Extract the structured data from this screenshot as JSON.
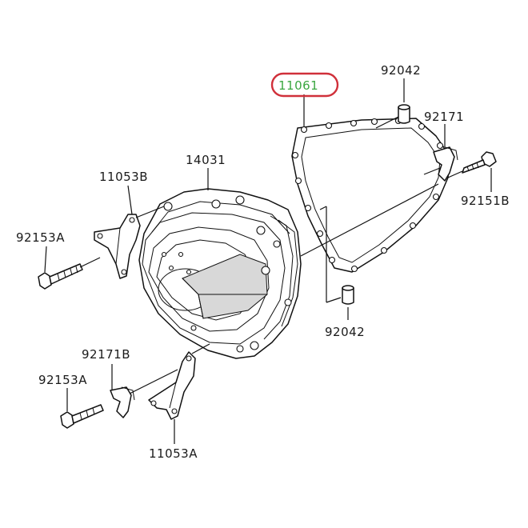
{
  "colors": {
    "highlight_ring": "#d0303a",
    "highlight_fill": "#4bb84f",
    "line": "#111111"
  },
  "labels": {
    "gasket": "11061",
    "dowel_pin_top": "92042",
    "clamp_top_right": "92171",
    "bolt_right": "92151B",
    "cover": "14031",
    "bracket_top_left": "11053B",
    "bolt_left_top": "92153A",
    "dowel_pin_bottom": "92042",
    "clamp_bottom_left": "92171B",
    "bolt_left_bottom": "92153A",
    "bracket_bottom": "11053A"
  }
}
